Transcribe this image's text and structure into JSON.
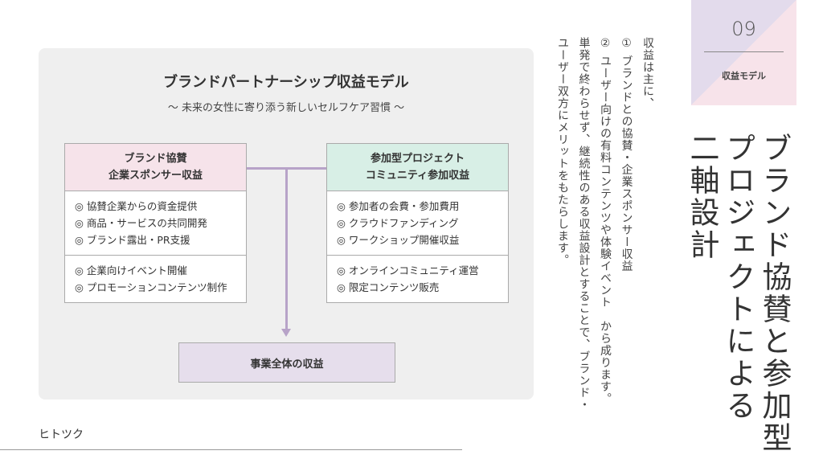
{
  "diagram": {
    "title": "ブランドパートナーシップ収益モデル",
    "subtitle": "〜 未来の女性に寄り添う新しいセルフケア習慣 〜",
    "left": {
      "header": [
        "ブランド協賛",
        "企業スポンサー収益"
      ],
      "sections": [
        [
          "◎ 協賛企業からの資金提供",
          "◎ 商品・サービスの共同開発",
          "◎ ブランド露出・PR支援"
        ],
        [
          "◎ 企業向けイベント開催",
          "◎ プロモーションコンテンツ制作"
        ]
      ]
    },
    "right": {
      "header": [
        "参加型プロジェクト",
        "コミュニティ参加収益"
      ],
      "sections": [
        [
          "◎ 参加者の会費・参加費用",
          "◎ クラウドファンディング",
          "◎ ワークショップ開催収益"
        ],
        [
          "◎ オンラインコミュニティ運営",
          "◎ 限定コンテンツ販売"
        ]
      ]
    },
    "total": "事業全体の収益"
  },
  "tag": {
    "number": "09",
    "label": "収益モデル"
  },
  "heading": [
    "ブランド協賛と参加型",
    "プロジェクトによる",
    "二軸設計"
  ],
  "body": [
    "収益は主に、",
    "① ブランドとの協賛・企業スポンサー収益",
    "② ユーザー向けの有料コンテンツや体験イベント　から成ります。",
    "単発で終わらせず、継続性のある収益設計とすることで、ブランド・",
    "ユーザー双方にメリットをもたらします。"
  ],
  "footer": "ヒトツク",
  "colors": {
    "pink": "#f6e3ea",
    "mint": "#d8efe6",
    "lavender": "#e6deec",
    "connector": "#b7a3c8"
  }
}
